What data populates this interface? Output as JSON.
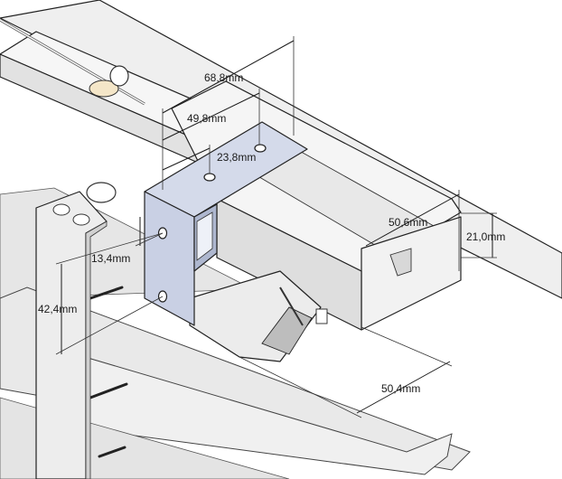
{
  "dimensions": [
    {
      "id": "d1",
      "label": "68,8mm"
    },
    {
      "id": "d2",
      "label": "49,8mm"
    },
    {
      "id": "d3",
      "label": "23,8mm"
    },
    {
      "id": "d4",
      "label": "50,6mm"
    },
    {
      "id": "d5",
      "label": "21,0mm"
    },
    {
      "id": "d6",
      "label": "13,4mm"
    },
    {
      "id": "d7",
      "label": "42,4mm"
    },
    {
      "id": "d8",
      "label": "50,4mm"
    }
  ],
  "colors": {
    "background": "#ffffff",
    "slat": "#ececec",
    "rail_top": "#f4f4f4",
    "rail_side": "#dcdcdc",
    "bracket": "#cdd4e6",
    "bracket_dark": "#aab3cc",
    "line": "#1a1a1a"
  }
}
